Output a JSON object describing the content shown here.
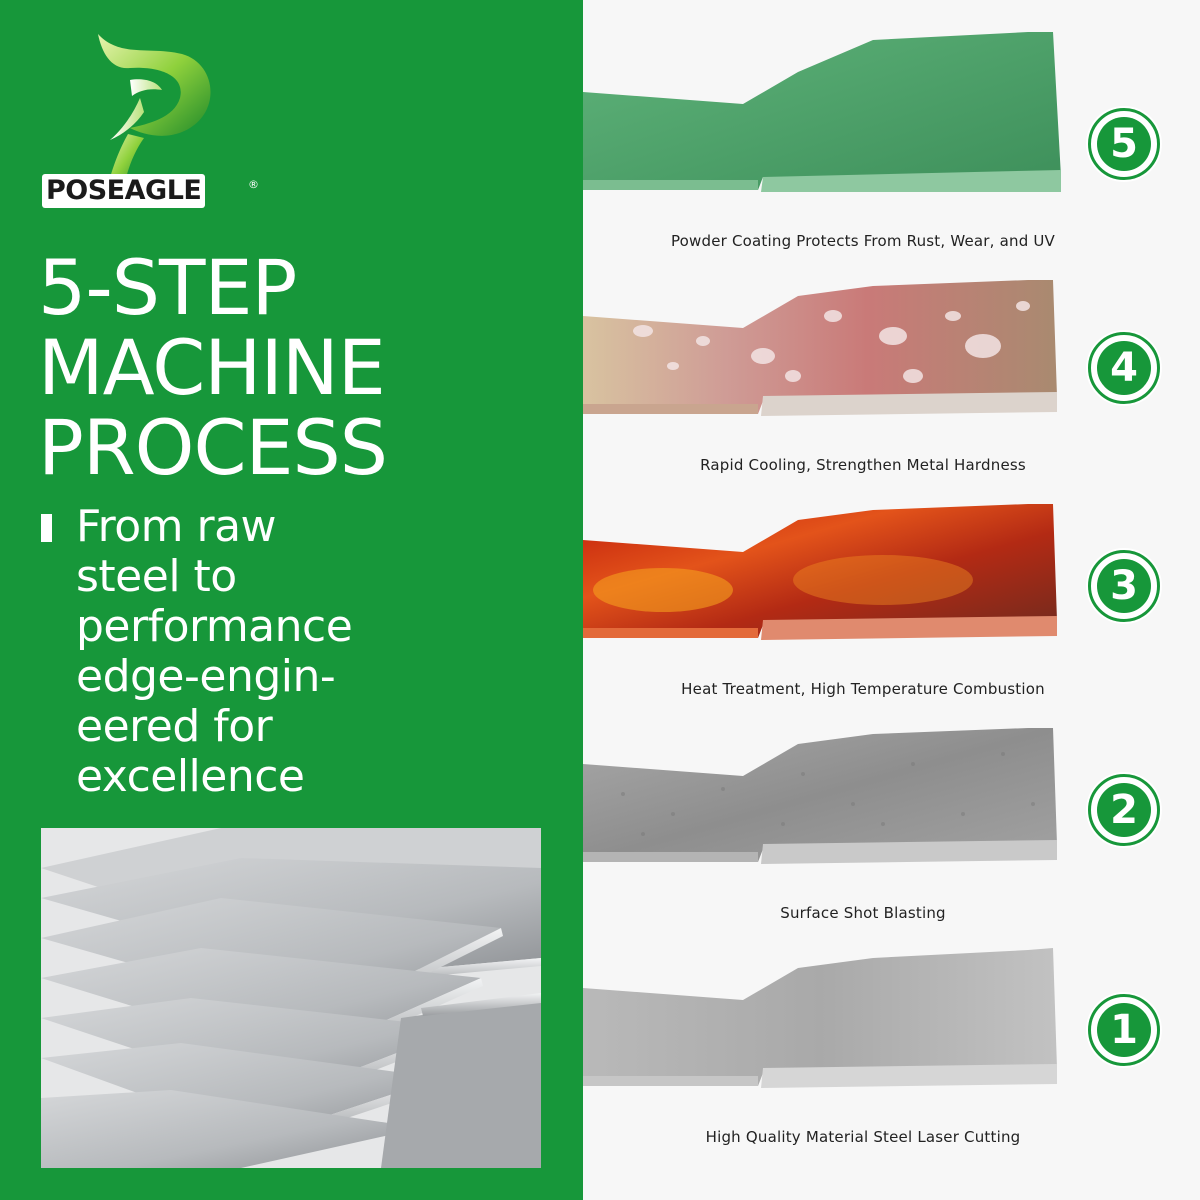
{
  "brand": {
    "name": "POSEAGLE",
    "registered_mark": "®"
  },
  "headline": {
    "line1": "5-STEP",
    "line2": "MACHINE",
    "line3": "PROCESS"
  },
  "subtitle": "From raw\nsteel to\nperformance\nedge-engin-\neered for\nexcellence",
  "steps": [
    {
      "number": "5",
      "caption": "Powder Coating Protects From Rust, Wear, and UV",
      "color": "#4aa36a"
    },
    {
      "number": "4",
      "caption": "Rapid Cooling, Strengthen Metal Hardness",
      "color": "#d9a09a"
    },
    {
      "number": "3",
      "caption": "Heat Treatment, High Temperature Combustion",
      "color": "#d8461a"
    },
    {
      "number": "2",
      "caption": "Surface Shot Blasting",
      "color": "#9c9c9c"
    },
    {
      "number": "1",
      "caption": "High Quality Material Steel Laser Cutting",
      "color": "#b4b4b4"
    }
  ],
  "colors": {
    "brand_green": "#17973a",
    "panel_white": "#f7f7f7"
  }
}
